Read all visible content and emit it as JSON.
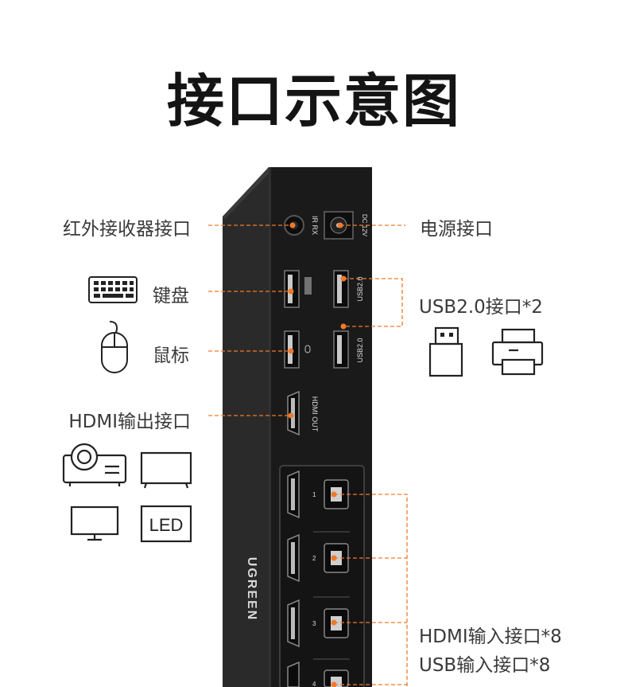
{
  "title": "接口示意图",
  "labels": {
    "ir": "红外接收器接口",
    "power": "电源接口",
    "keyboard": "键盘",
    "mouse": "鼠标",
    "usb": "USB2.0接口*2",
    "hdmi_out": "HDMI输出接口",
    "hdmi_in": "HDMI输入接口*8",
    "usb_in": "USB输入接口*8"
  },
  "device": {
    "ir_text": "IR RX",
    "dc_text": "DC 12V",
    "usb_port_text_1": "USB2.0",
    "usb_port_text_2": "USB2.0",
    "hdmi_out_text": "HDMI OUT",
    "brand": "UGREEN",
    "port_numbers": [
      "1",
      "2",
      "3",
      "4"
    ]
  },
  "icons": {
    "led_text": "LED"
  },
  "colors": {
    "accent": "#f07a2a",
    "device": "#1c1c1c"
  }
}
